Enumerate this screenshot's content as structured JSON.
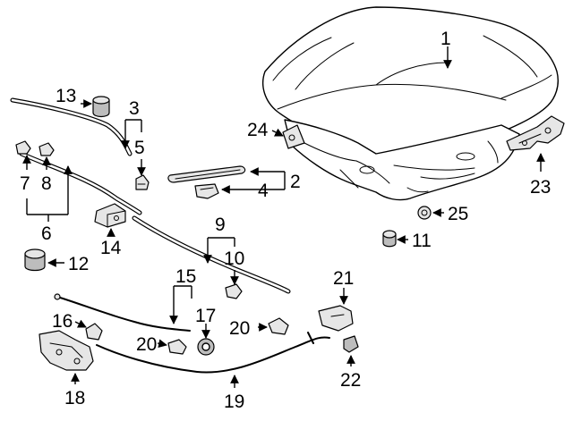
{
  "diagram": {
    "callouts": {
      "c1": "1",
      "c2": "2",
      "c3": "3",
      "c4": "4",
      "c5": "5",
      "c6": "6",
      "c7": "7",
      "c8": "8",
      "c9": "9",
      "c10": "10",
      "c11": "11",
      "c12": "12",
      "c13": "13",
      "c14": "14",
      "c15": "15",
      "c16": "16",
      "c17": "17",
      "c18": "18",
      "c19": "19",
      "c20a": "20",
      "c20b": "20",
      "c21": "21",
      "c22": "22",
      "c23": "23",
      "c24": "24",
      "c25": "25"
    },
    "colors": {
      "line": "#000000",
      "background": "#ffffff",
      "shade": "#bdbdbd"
    }
  }
}
